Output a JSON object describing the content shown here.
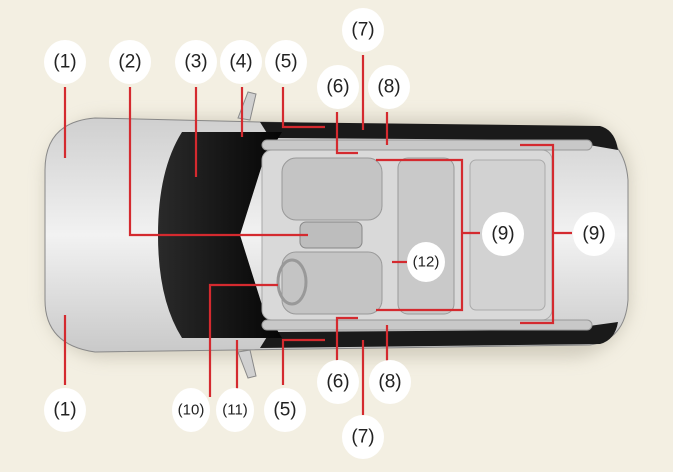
{
  "title": "Vehicle top view diagram",
  "colors": {
    "background": "#f3efe2",
    "leader": "#d42a2f",
    "windshield": "#111111"
  },
  "callouts": [
    {
      "id": "c1-top",
      "text": "(1)"
    },
    {
      "id": "c2",
      "text": "(2)"
    },
    {
      "id": "c3",
      "text": "(3)"
    },
    {
      "id": "c4",
      "text": "(4)"
    },
    {
      "id": "c5-top",
      "text": "(5)"
    },
    {
      "id": "c7-top",
      "text": "(7)"
    },
    {
      "id": "c6-top",
      "text": "(6)"
    },
    {
      "id": "c8-top",
      "text": "(8)"
    },
    {
      "id": "c9-inner",
      "text": "(9)"
    },
    {
      "id": "c9-outer",
      "text": "(9)"
    },
    {
      "id": "c12",
      "text": "(12)"
    },
    {
      "id": "c1-bottom",
      "text": "(1)"
    },
    {
      "id": "c10",
      "text": "(10)"
    },
    {
      "id": "c11",
      "text": "(11)"
    },
    {
      "id": "c5-bottom",
      "text": "(5)"
    },
    {
      "id": "c6-bottom",
      "text": "(6)"
    },
    {
      "id": "c8-bottom",
      "text": "(8)"
    },
    {
      "id": "c7-bottom",
      "text": "(7)"
    }
  ]
}
